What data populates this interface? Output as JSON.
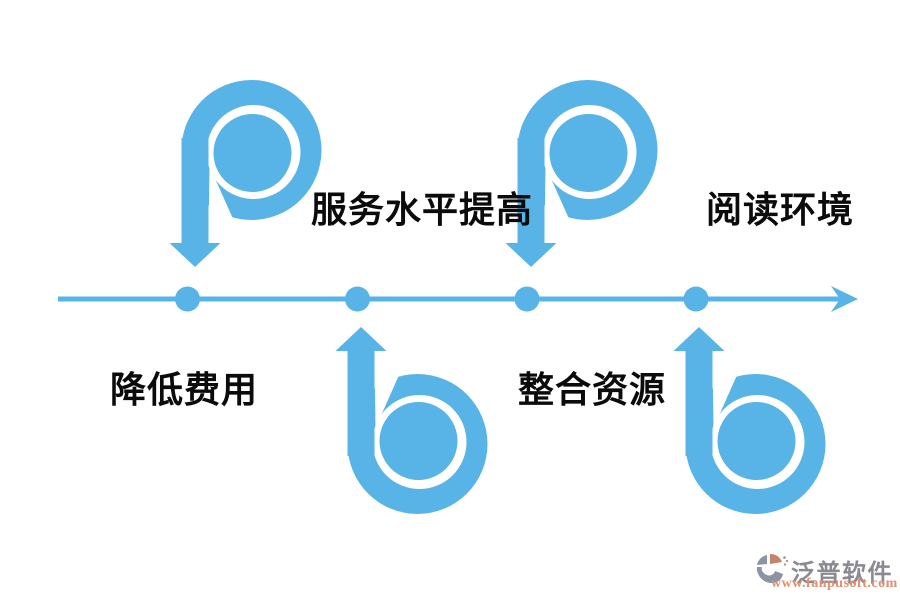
{
  "diagram": {
    "type": "timeline-benefits-diagram",
    "accent_color": "#58B3E6",
    "text_color": "#0b0b0b",
    "timeline": {
      "node_count": 4,
      "direction": "left-to-right"
    },
    "milestones": [
      {
        "node": 1,
        "side": "top",
        "icon": "p-loop-arrow-icon",
        "label": "服务水平提高"
      },
      {
        "node": 2,
        "side": "bottom",
        "icon": "b-loop-arrow-icon",
        "label": "降低费用"
      },
      {
        "node": 3,
        "side": "top",
        "icon": "p-loop-arrow-icon",
        "label": "阅读环境"
      },
      {
        "node": 4,
        "side": "bottom",
        "icon": "b-loop-arrow-icon",
        "label": "整合资源"
      }
    ]
  },
  "watermark": {
    "brand": "泛普软件",
    "website": "www.fanpusoft.com",
    "brand_color": "#8A8A92",
    "website_color": "#E08F70",
    "logo_colors": {
      "slate": "#8B93A4",
      "salmon": "#C4846C"
    }
  }
}
